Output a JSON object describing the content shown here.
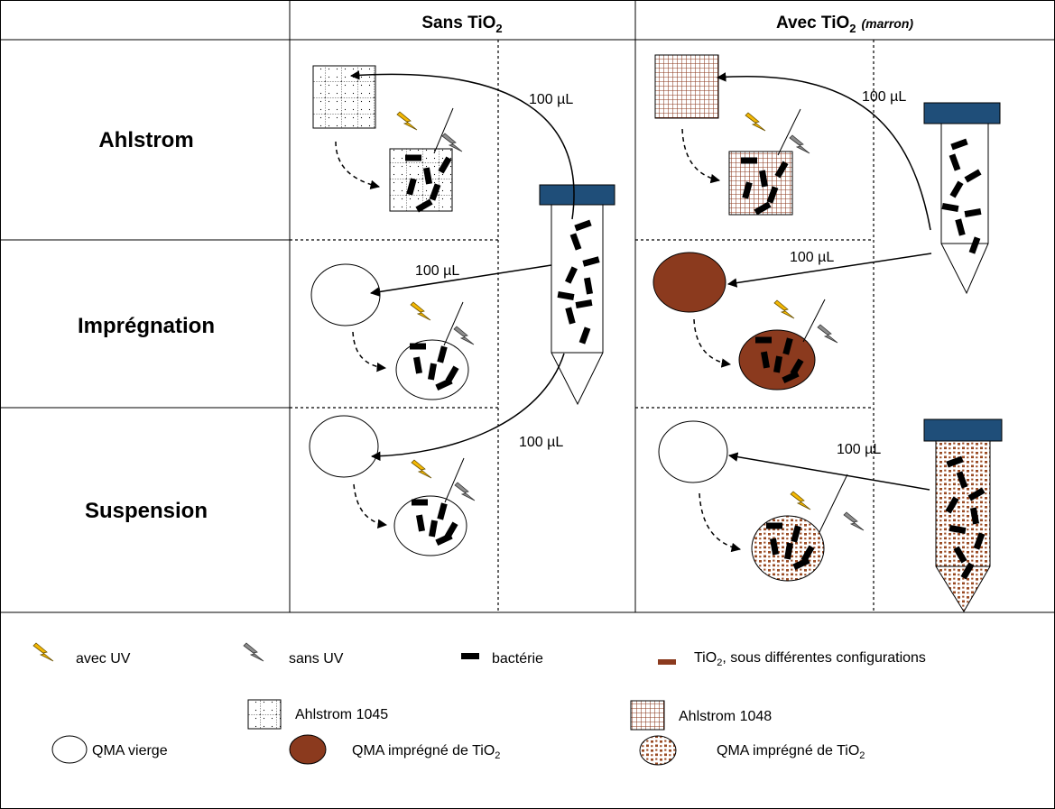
{
  "headers": {
    "sans": "Sans TiO",
    "avec": "Avec TiO",
    "sub": "2",
    "avec_note": "(marron)"
  },
  "rows": {
    "ahlstrom": "Ahlstrom",
    "impregnation": "Imprégnation",
    "suspension": "Suspension"
  },
  "volume": "100 µL",
  "legend": {
    "avec_uv": "avec UV",
    "sans_uv": "sans UV",
    "bacterie": "bactérie",
    "tio2_prefix": "TiO",
    "tio2_sub": "2",
    "tio2_suffix": ", sous différentes configurations",
    "ahl1045": "Ahlstrom 1045",
    "ahl1048": "Ahlstrom 1048",
    "qma_vierge": "QMA vierge",
    "qma_impregne_prefix": "QMA imprégné de TiO",
    "qma_impregne_sub": "2"
  },
  "colors": {
    "brown": "#8B3A1E",
    "tio2_dot": "#9A4A22",
    "cap": "#1F4E79",
    "lightning_uv": "#F2B705",
    "lightning_no_uv": "#8C8C8C"
  }
}
